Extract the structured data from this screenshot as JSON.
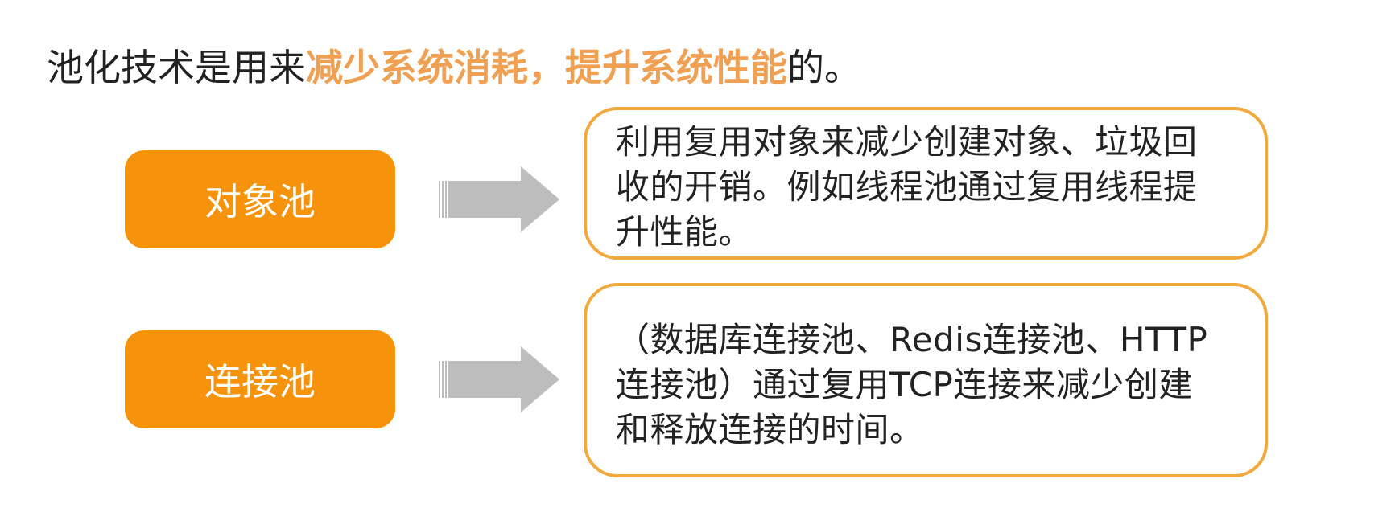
{
  "headline": {
    "prefix": "池化技术是用来",
    "highlight": "减少系统消耗，提升系统性能",
    "suffix": "的。"
  },
  "rows": [
    {
      "label": "对象池",
      "description_lines": [
        "利用复用对象来减少创建对象、垃圾回",
        "收的开销。例如线程池通过复用线程提",
        "升性能。"
      ]
    },
    {
      "label": "连接池",
      "description_lines": [
        "（数据库连接池、Redis连接池、HTTP",
        "连接池）通过复用TCP连接来减少创建",
        "和释放连接的时间。"
      ]
    }
  ],
  "colors": {
    "pill": "#f7930b",
    "highlight_text": "#f0a052",
    "box_border": "#f2a93b",
    "arrow": "#bdbdbd",
    "text": "#222222"
  },
  "icons": {
    "arrow": "right-arrow-icon"
  }
}
